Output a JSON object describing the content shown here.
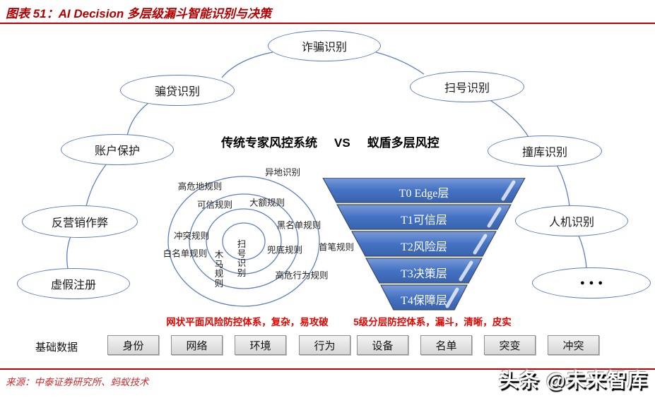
{
  "header": {
    "title": "图表 51：AI Decision 多层级漏斗智能识别与决策"
  },
  "comparison_heading": {
    "left": "传统专家风控系统",
    "vs": "VS",
    "right": "蚁盾多层风控"
  },
  "arc_nodes": [
    "诈骗识别",
    "骗贷识别",
    "扫号识别",
    "账户保护",
    "撞库识别",
    "反营销作弊",
    "人机识别",
    "虚假注册",
    "●●●"
  ],
  "radial_system": {
    "labels": [
      "异地识别",
      "高危地规则",
      "可信规则",
      "大额规则",
      "黑名单规则",
      "冲突规则",
      "白名单规则",
      "兜底规则",
      "首笔规则",
      "高危行为规则"
    ],
    "vertical_labels": [
      "木马规则",
      "扫号识别"
    ],
    "caption": "网状平面风险防控体系，复杂，易攻破"
  },
  "funnel_system": {
    "layers": [
      "T0 Edge层",
      "T1可信层",
      "T2风险层",
      "T3决策层",
      "T4保障层"
    ],
    "caption": "5级分层防控体系，漏斗，清晰，皮实",
    "layer_color": "#4472c4"
  },
  "base_data": {
    "label": "基础数据",
    "items": [
      "身份",
      "网络",
      "环境",
      "行为",
      "设备",
      "名单",
      "突变",
      "冲突"
    ]
  },
  "footer": {
    "source": "来源：中泰证券研究所、蚂蚁技术",
    "watermark": "头条 @未来智库"
  },
  "colors": {
    "title_red": "#b40000",
    "caption_red": "#e10600",
    "node_border_blue": "#5b7fc0",
    "funnel_blue": "#4472c4"
  }
}
